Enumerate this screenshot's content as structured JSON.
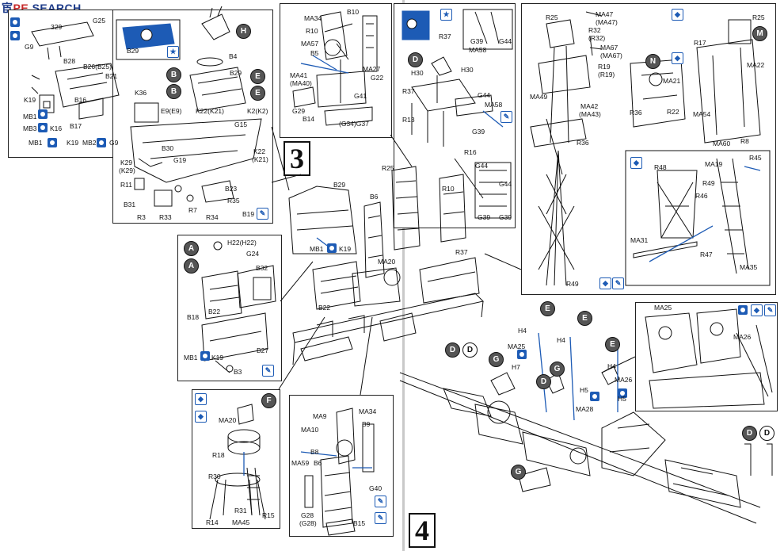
{
  "watermark": {
    "prefix": "宦",
    "middle": "PE",
    "suffix": "SEARCH"
  },
  "steps": {
    "step3": "3",
    "step4": "4"
  },
  "subassemblies": [
    "H",
    "B",
    "B",
    "E",
    "E",
    "A",
    "A",
    "F",
    "D",
    "M",
    "N",
    "D",
    "D",
    "G",
    "G",
    "D",
    "E",
    "E",
    "E",
    "G",
    "D",
    "D"
  ],
  "labels": {
    "p1": [
      "G25",
      "329",
      "G9",
      "B28",
      "B26(B25)",
      "B21",
      "B16",
      "K19",
      "MB1",
      "MB3",
      "K16",
      "B17",
      "MB1",
      "K19",
      "MB2",
      "G9",
      "B29"
    ],
    "p2": [
      "B4",
      "B29",
      "K36",
      "E9(E9)",
      "K22(K21)",
      "K2(K2)",
      "G15",
      "B30",
      "G19",
      "K22",
      "(K21)",
      "K29",
      "(K29)",
      "R11",
      "B31",
      "R3",
      "R33",
      "R7",
      "R34",
      "B23",
      "R35",
      "B19"
    ],
    "p3": [
      "B10",
      "MA34",
      "R10",
      "MA57",
      "B5",
      "MA41",
      "(MA40)",
      "MA27",
      "G22",
      "G41",
      "G29",
      "B14",
      "(G34)G37"
    ],
    "p4": [
      "R37",
      "G39",
      "G44",
      "MA58",
      "H30",
      "H30",
      "R37",
      "G44",
      "MA58",
      "R13",
      "G39",
      "R16",
      "G44",
      "G44",
      "G39",
      "G39"
    ],
    "p5": [
      "R25",
      "MA47",
      "(MA47)",
      "R32",
      "(R32)",
      "MA67",
      "(MA67)",
      "R19",
      "(R19)",
      "MA49",
      "MA42",
      "(MA43)",
      "MA21",
      "R36",
      "R22",
      "R36",
      "R25",
      "R17",
      "MA22",
      "MA54",
      "MA60",
      "R8",
      "R48",
      "MA19",
      "R45",
      "R49",
      "R46",
      "MA31",
      "R47",
      "MA35",
      "R49"
    ],
    "center": [
      "B29",
      "B6",
      "R25",
      "R10",
      "MB1",
      "K19",
      "MA20",
      "R37",
      "B22"
    ],
    "pa": [
      "H22(H22)",
      "G24",
      "B32",
      "B22",
      "B18",
      "MB1",
      "K19",
      "B27",
      "B3"
    ],
    "pf": [
      "MA20",
      "R18",
      "R30",
      "R31",
      "R14",
      "MA45",
      "R15"
    ],
    "pb": [
      "MA34",
      "MA9",
      "B9",
      "MA10",
      "B8",
      "MA59",
      "B6",
      "G40",
      "G28",
      "(G28)",
      "B15"
    ],
    "step4": [
      "H4",
      "H4",
      "H4",
      "MA25",
      "H7",
      "H5",
      "MA28",
      "MA26",
      "H5",
      "MA25",
      "MA26"
    ]
  },
  "colors": {
    "accent": "#1d5bb5",
    "line": "#111111",
    "frame": "#222222"
  }
}
